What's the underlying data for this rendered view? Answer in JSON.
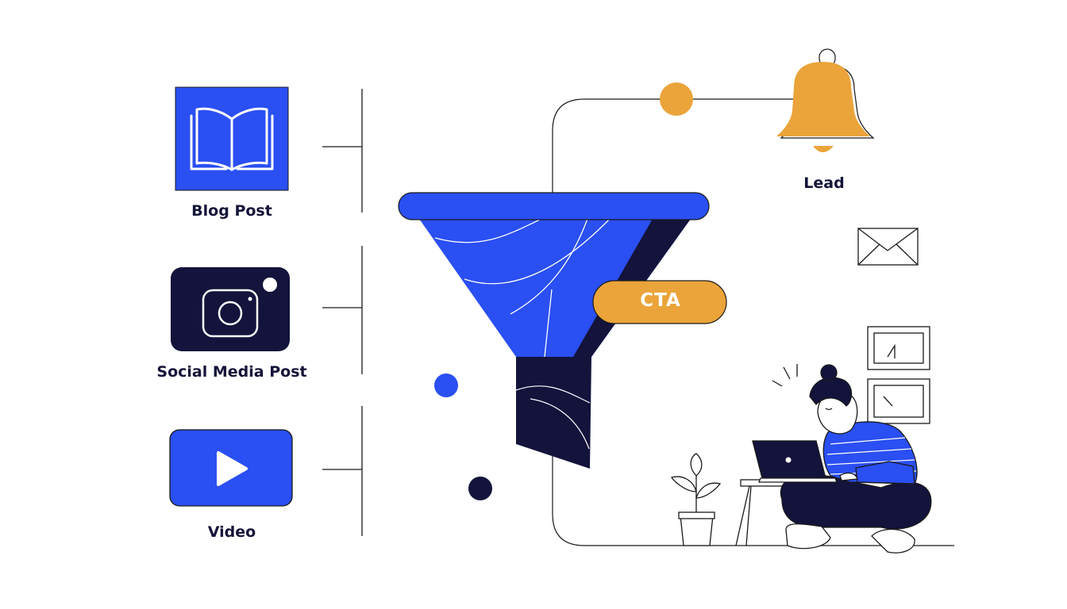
{
  "sources": [
    {
      "label": "Blog Post",
      "icon": "open-book-icon"
    },
    {
      "label": "Social Media Post",
      "icon": "instagram-icon"
    },
    {
      "label": "Video",
      "icon": "play-icon"
    }
  ],
  "funnel": {
    "cta_label": "CTA"
  },
  "lead": {
    "label": "Lead",
    "icon": "bell-icon"
  },
  "colors": {
    "blue": "#2a4ff2",
    "navy": "#13133c",
    "orange": "#eaa43a",
    "outline": "#1a1a1a",
    "white": "#ffffff"
  }
}
